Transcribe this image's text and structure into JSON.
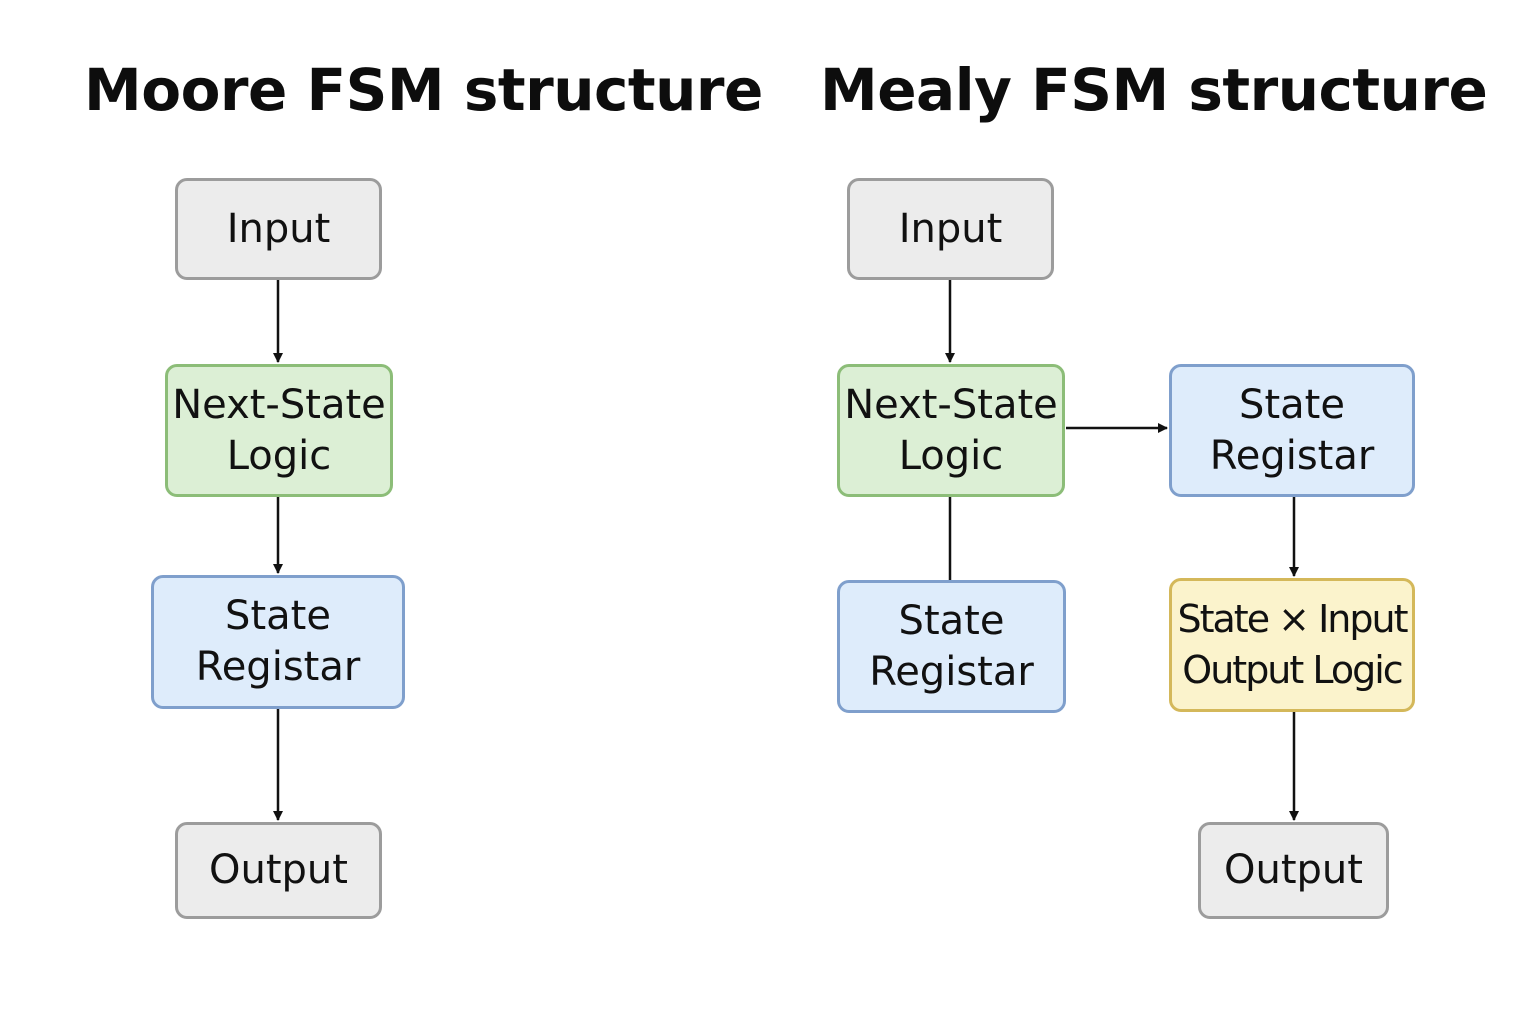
{
  "moore": {
    "title": "Moore FSM structure",
    "input": "Input",
    "next_state": [
      "Next-State",
      "Logic"
    ],
    "state_register": [
      "State",
      "Registar"
    ],
    "output": "Output"
  },
  "mealy": {
    "title": "Mealy FSM structure",
    "input": "Input",
    "next_state": [
      "Next-State",
      "Logic"
    ],
    "state_register_lower": [
      "State",
      "Registar"
    ],
    "state_register": [
      "State",
      "Registar"
    ],
    "output_logic": [
      "State × Input",
      "Output Logic"
    ],
    "output": "Output"
  },
  "colors": {
    "io_fill": "#ececec",
    "io_border": "#9c9c9c",
    "logic_fill": "#dcefd5",
    "logic_border": "#8cbd78",
    "register_fill": "#deecfb",
    "register_border": "#7f9fcc",
    "output_logic_fill": "#fbf3cc",
    "output_logic_border": "#d4b85a",
    "arrow": "#111111"
  }
}
